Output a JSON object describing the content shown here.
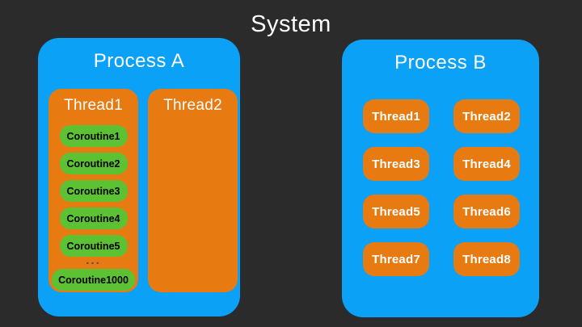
{
  "title": "System",
  "colors": {
    "background": "#2B2B2B",
    "process": "#0AA1F7",
    "thread": "#E87A12",
    "coroutine": "#5CC234",
    "dots": "#44546A",
    "title_text": "#FFFFFF",
    "coroutine_text": "#000000"
  },
  "process_a": {
    "title": "Process A",
    "thread1": {
      "title": "Thread1",
      "coroutines": [
        "Coroutine1",
        "Coroutine2",
        "Coroutine3",
        "Coroutine4",
        "Coroutine5"
      ],
      "ellipsis": "...",
      "last_coroutine": "Coroutine1000"
    },
    "thread2": {
      "title": "Thread2"
    }
  },
  "process_b": {
    "title": "Process B",
    "threads": [
      "Thread1",
      "Thread2",
      "Thread3",
      "Thread4",
      "Thread5",
      "Thread6",
      "Thread7",
      "Thread8"
    ]
  }
}
